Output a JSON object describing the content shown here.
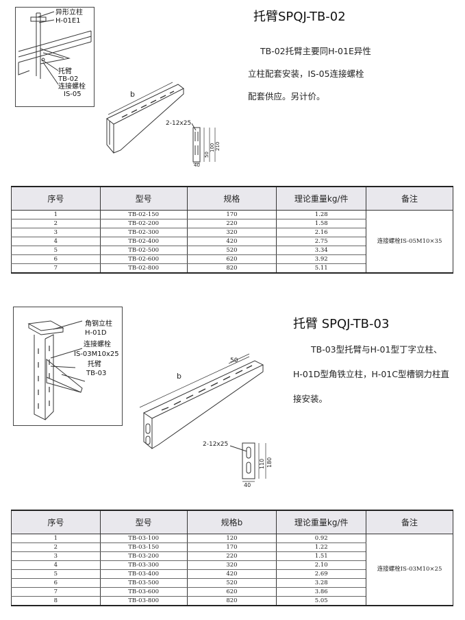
{
  "section1": {
    "title": "托臂SPQJ-TB-02",
    "desc": [
      "TB-02托臂主要同H-01E异性",
      "立柱配套安装，IS-05连接螺栓",
      "配套供应。另计价。"
    ],
    "callouts": {
      "column": "异形立柱",
      "column_code": "H-01E1",
      "arm": "托臂",
      "arm_code": "TB-02",
      "bolt": "连接螺栓",
      "bolt_code": "IS-05"
    },
    "dims": {
      "b": "b",
      "slot": "2-12x25",
      "d40": "40",
      "d50": "50",
      "d100": "100",
      "d210": "210"
    },
    "table": {
      "headers": [
        "序号",
        "型号",
        "规格",
        "理论重量kg/件",
        "备注"
      ],
      "rows": [
        [
          "1",
          "TB-02-150",
          "170",
          "1.28"
        ],
        [
          "2",
          "TB-02-200",
          "220",
          "1.58"
        ],
        [
          "3",
          "TB-02-300",
          "320",
          "2.16"
        ],
        [
          "4",
          "TB-02-400",
          "420",
          "2.75"
        ],
        [
          "5",
          "TB-02-500",
          "520",
          "3.34"
        ],
        [
          "6",
          "TB-02-600",
          "620",
          "3.92"
        ],
        [
          "7",
          "TB-02-800",
          "820",
          "5.11"
        ]
      ],
      "note": "连接螺栓IS-05M10×35"
    }
  },
  "section2": {
    "title": "托臂 SPQJ-TB-03",
    "desc": [
      "TB-03型托臂与H-01型丁字立柱、",
      "H-01D型角铁立柱，H-01C型槽钢力柱直",
      "接安装。"
    ],
    "callouts": {
      "column": "角钢立柱",
      "column_code": "H-01D",
      "bolt": "连接螺栓",
      "bolt_code": "IS-03M10x25",
      "arm": "托臂",
      "arm_code": "TB-03"
    },
    "dims": {
      "b": "b",
      "d50": "50",
      "slot": "2-12x25",
      "d110": "110",
      "d180": "180",
      "d40": "40"
    },
    "table": {
      "headers": [
        "序号",
        "型号",
        "规格b",
        "理论重量kg/件",
        "备注"
      ],
      "rows": [
        [
          "1",
          "TB-03-100",
          "120",
          "0.92"
        ],
        [
          "2",
          "TB-03-150",
          "170",
          "1.22"
        ],
        [
          "3",
          "TB-03-200",
          "220",
          "1.51"
        ],
        [
          "4",
          "TB-03-300",
          "320",
          "2.10"
        ],
        [
          "5",
          "TB-03-400",
          "420",
          "2.69"
        ],
        [
          "6",
          "TB-03-500",
          "520",
          "3.28"
        ],
        [
          "7",
          "TB-03-600",
          "620",
          "3.86"
        ],
        [
          "8",
          "TB-03-800",
          "820",
          "5.05"
        ]
      ],
      "note": "连接螺栓IS-03M10×25"
    }
  }
}
